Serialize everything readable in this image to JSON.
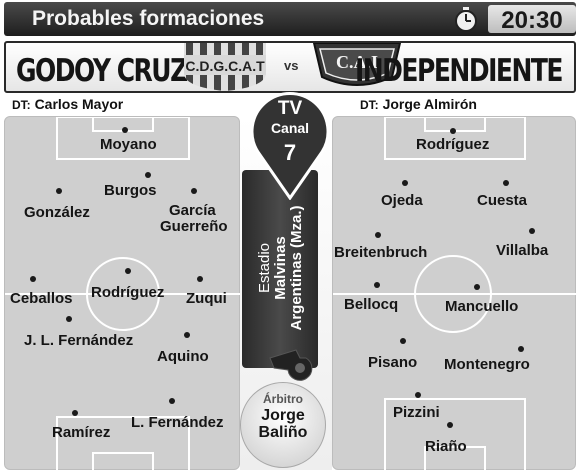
{
  "header": {
    "title": "Probables formaciones",
    "time": "20:30",
    "clock_icon": "stopwatch-icon"
  },
  "match": {
    "home_team": "GODOY CRUZ",
    "away_team": "INDEPENDIENTE",
    "vs": "vs",
    "home_crest_text": "C.D.G.C.A.T",
    "away_crest_text": "C.A.I"
  },
  "coaches": {
    "label": "DT:",
    "home": "Carlos Mayor",
    "away": "Jorge Almirón"
  },
  "broadcast": {
    "line1": "TV",
    "line2": "Canal",
    "line3": "7"
  },
  "stadium": {
    "prefix": "Estadio",
    "name_line1": "Malvinas",
    "name_line2": "Argentinas (Mza.)"
  },
  "referee": {
    "label": "Árbitro",
    "name_line1": "Jorge",
    "name_line2": "Baliño"
  },
  "home_players": [
    "Moyano",
    "Burgos",
    "González",
    "García",
    "Guerreño",
    "Rodríguez",
    "Ceballos",
    "Zuqui",
    "J. L. Fernández",
    "Aquino",
    "Ramírez",
    "L. Fernández"
  ],
  "away_players": [
    "Rodríguez",
    "Ojeda",
    "Cuesta",
    "Breitenbruch",
    "Villalba",
    "Bellocq",
    "Mancuello",
    "Pisano",
    "Montenegro",
    "Pizzini",
    "Riaño"
  ],
  "colors": {
    "header_bg": "#2b2b2b",
    "pitch": "#cfcfcf",
    "lines": "#ffffff",
    "text": "#151515"
  }
}
